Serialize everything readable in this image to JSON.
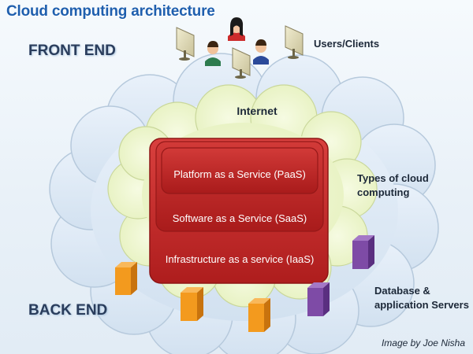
{
  "title": "Cloud computing architecture",
  "front_end_label": "FRONT END",
  "back_end_label": "BACK END",
  "users_label": "Users/Clients",
  "internet_label": "Internet",
  "types_label_line1": "Types of cloud",
  "types_label_line2": "computing",
  "services": {
    "paas": "Platform as a Service (PaaS)",
    "saas": "Software as a Service (SaaS)",
    "iaas": "Infrastructure as a service (IaaS)"
  },
  "db_label_line1": "Database &",
  "db_label_line2": "application Servers",
  "credit": "Image by Joe Nisha",
  "colors": {
    "title": "#1f5fae",
    "cloud_outer": "#dde9f5",
    "cloud_inner": "#eef6cf",
    "service_red": "#c92a2a",
    "server_orange": "#f59a1f",
    "server_purple": "#7b4aa0"
  }
}
